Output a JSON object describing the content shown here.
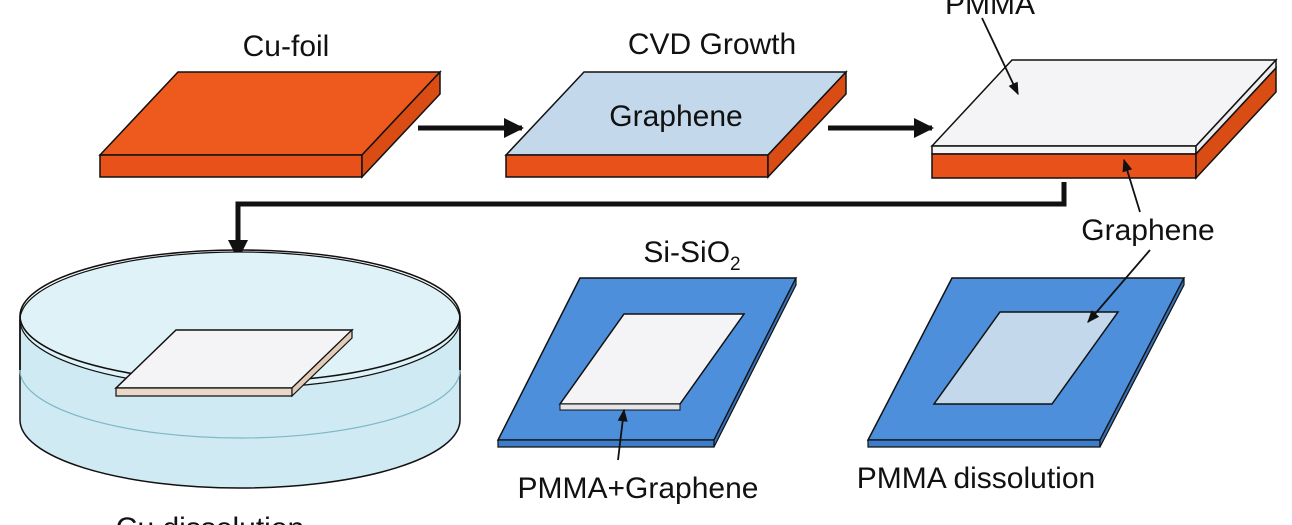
{
  "labels": {
    "cu_foil": "Cu-foil",
    "cvd_growth": "CVD Growth",
    "graphene_on_foil": "Graphene",
    "pmma_top": "PMMA",
    "graphene_right": "Graphene",
    "si_sio2_prefix": "Si-SiO",
    "si_sio2_sub": "2",
    "pmma_graphene": "PMMA+Graphene",
    "pmma_dissolution": "PMMA dissolution",
    "cu_dissolution": "Cu dissolution"
  },
  "colors": {
    "copper": "#ee5a1d",
    "copper_side": "#d94c14",
    "graphene": "#c3d8ea",
    "pmma": "#f4f4f6",
    "substrate": "#4d8fdb",
    "water": "#cfeaf2"
  }
}
